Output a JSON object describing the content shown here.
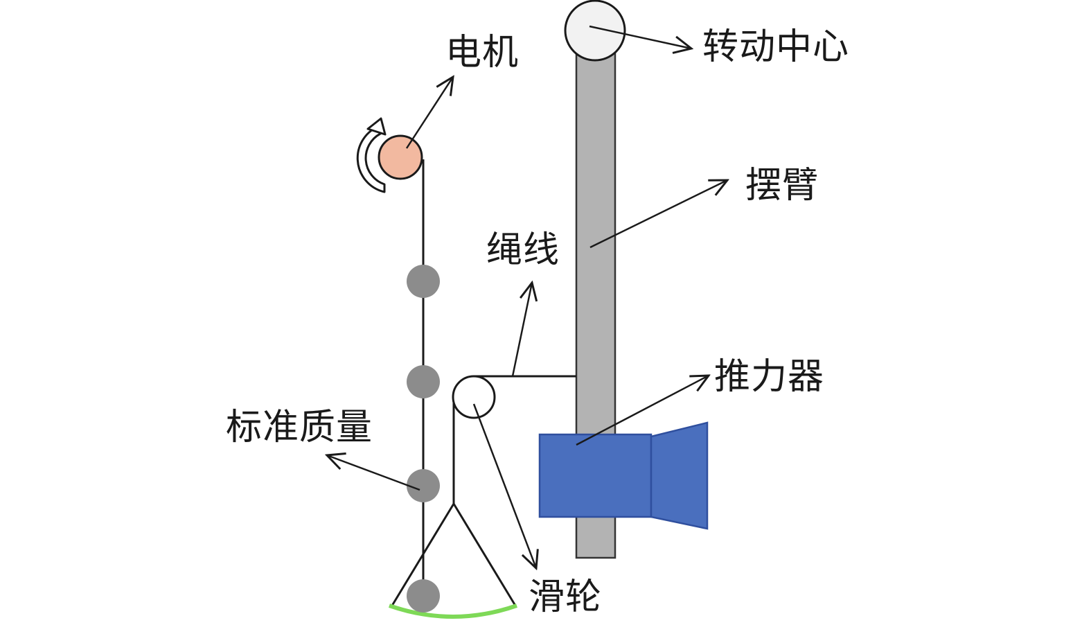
{
  "labels": {
    "motor": "电机",
    "rotation_center": "转动中心",
    "swing_arm": "摆臂",
    "rope": "绳线",
    "thruster": "推力器",
    "standard_mass": "标准质量",
    "pulley": "滑轮"
  },
  "icons": {
    "rotation_arrow": "curved-arrow-icon"
  },
  "colors": {
    "arm": "#b3b3b3",
    "thruster": "#4a6fbe",
    "motor": "#f2b9a0",
    "mass": "#8c8c8c",
    "tray": "#7ed957",
    "pivot": "#f2f2f2",
    "stroke": "#1a1a1a"
  }
}
